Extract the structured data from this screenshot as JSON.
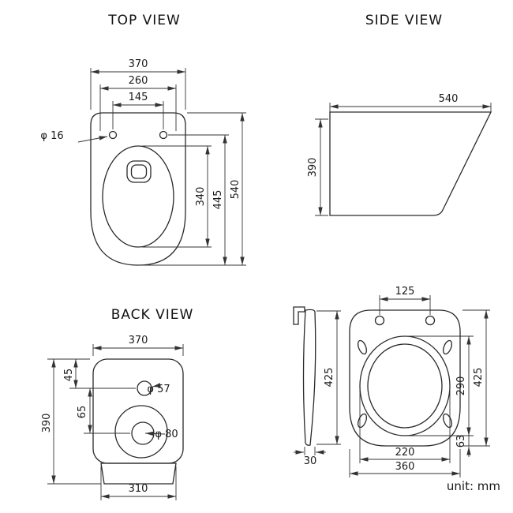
{
  "unit_label": "unit: mm",
  "top_view": {
    "title": "TOP VIEW",
    "width": "370",
    "hinge_width": "260",
    "hole_spacing": "145",
    "hole_diameter": "φ 16",
    "overall_depth": "540",
    "rim_depth": "445",
    "bowl_depth": "340"
  },
  "side_view": {
    "title": "SIDE VIEW",
    "depth": "540",
    "height": "390"
  },
  "back_view": {
    "title": "BACK VIEW",
    "width": "370",
    "inlet_offset": "45",
    "drain_offset": "65",
    "height": "390",
    "inlet_diameter": "φ 57",
    "drain_diameter": "φ 80",
    "base_width": "310"
  },
  "seat_view": {
    "hinge_spacing": "125",
    "lid_length": "425",
    "lid_thickness": "30",
    "opening_depth": "290",
    "seat_length": "425",
    "front_offset": "63",
    "opening_width": "220",
    "seat_width": "360"
  }
}
